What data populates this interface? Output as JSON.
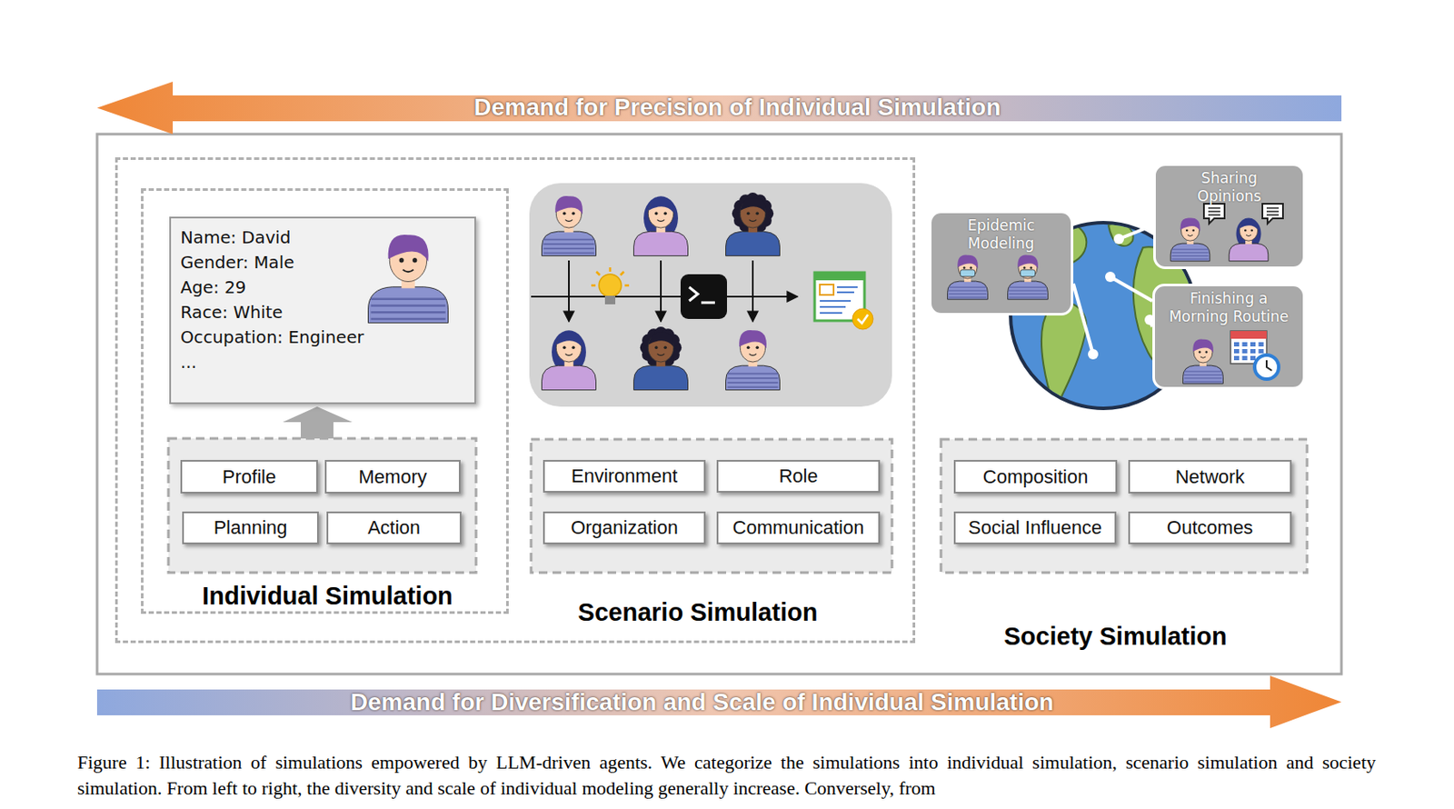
{
  "diagram": {
    "caption": "Figure 1: Illustration of simulations empowered by LLM-driven agents. We categorize the simulations into individual simulation, scenario simulation and society simulation. From left to right, the diversity and scale of individual modeling generally increase. Conversely, from",
    "nodes": [
      {
        "text": [
          "Demand for Precision of Individual Simulation"
        ]
      },
      {
        "text": [
          "Scenario Simulation"
        ]
      },
      {
        "text": [
          "Individual Simulation"
        ],
        "in": 1
      },
      {
        "text": [
          "Name: David",
          "Gender: Male",
          "Age: 29",
          "Race: White",
          "Occupation: Engineer",
          "..."
        ],
        "in": 2
      },
      {
        "text": [
          "Profile"
        ],
        "in": 2
      },
      {
        "text": [
          "Memory"
        ],
        "in": 2
      },
      {
        "text": [
          "Planning"
        ],
        "in": 2
      },
      {
        "text": [
          "Action"
        ],
        "in": 2
      },
      {
        "text": [
          "Environment"
        ],
        "in": 1
      },
      {
        "text": [
          "Role"
        ],
        "in": 1
      },
      {
        "text": [
          "Organization"
        ],
        "in": 1
      },
      {
        "text": [
          "Communication"
        ],
        "in": 1
      },
      {
        "text": [
          "Epidemic Modeling"
        ]
      },
      {
        "text": [
          "Sharing Opinions"
        ]
      },
      {
        "text": [
          "Finishing a Morning Routine"
        ]
      },
      {
        "text": [
          "Composition"
        ]
      },
      {
        "text": [
          "Network"
        ]
      },
      {
        "text": [
          "Social Influence"
        ]
      },
      {
        "text": [
          "Outcomes"
        ]
      },
      {
        "text": [
          "Demand for Diversification and Scale of Individual Simulation"
        ]
      }
    ],
    "labels": [
      "Society Simulation"
    ]
  }
}
